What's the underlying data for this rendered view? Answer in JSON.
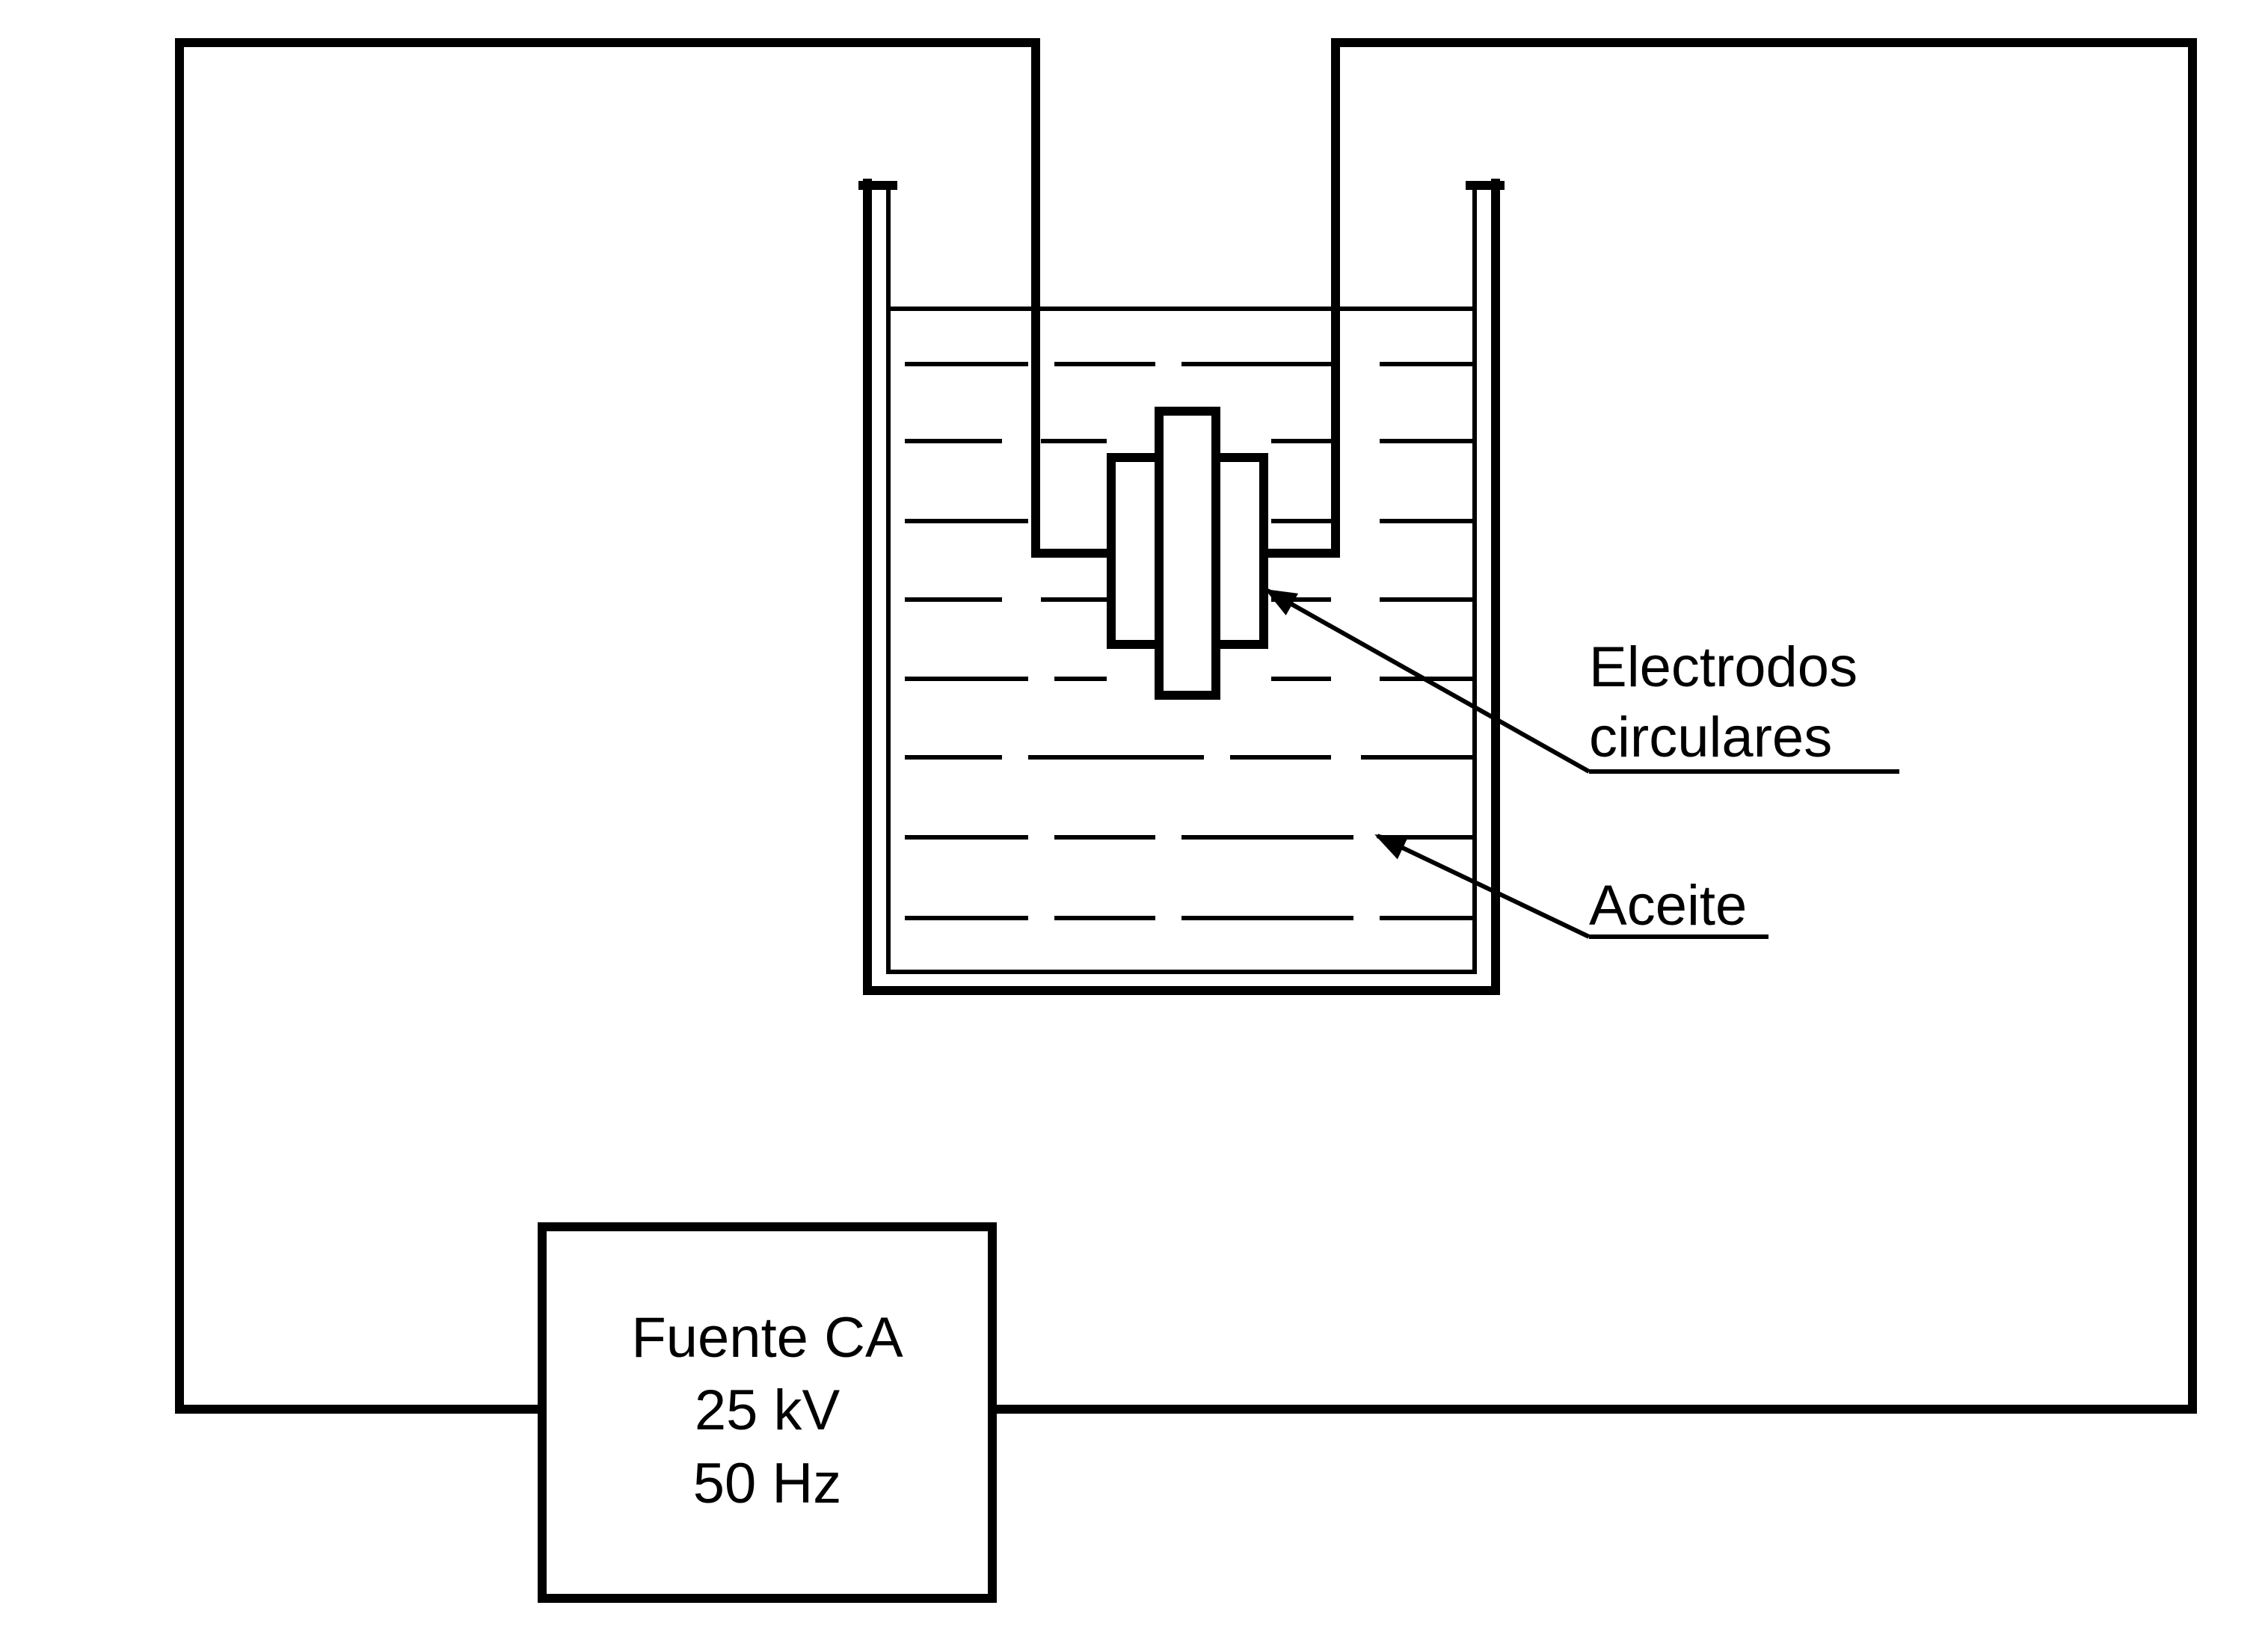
{
  "source": {
    "line1": "Fuente CA",
    "line2": "25 kV",
    "line3": "50 Hz"
  },
  "labels": {
    "electrodes_line1": "Electrodos",
    "electrodes_line2": "circulares",
    "oil": "Aceite"
  },
  "colors": {
    "stroke": "#000000",
    "background": "#ffffff"
  }
}
